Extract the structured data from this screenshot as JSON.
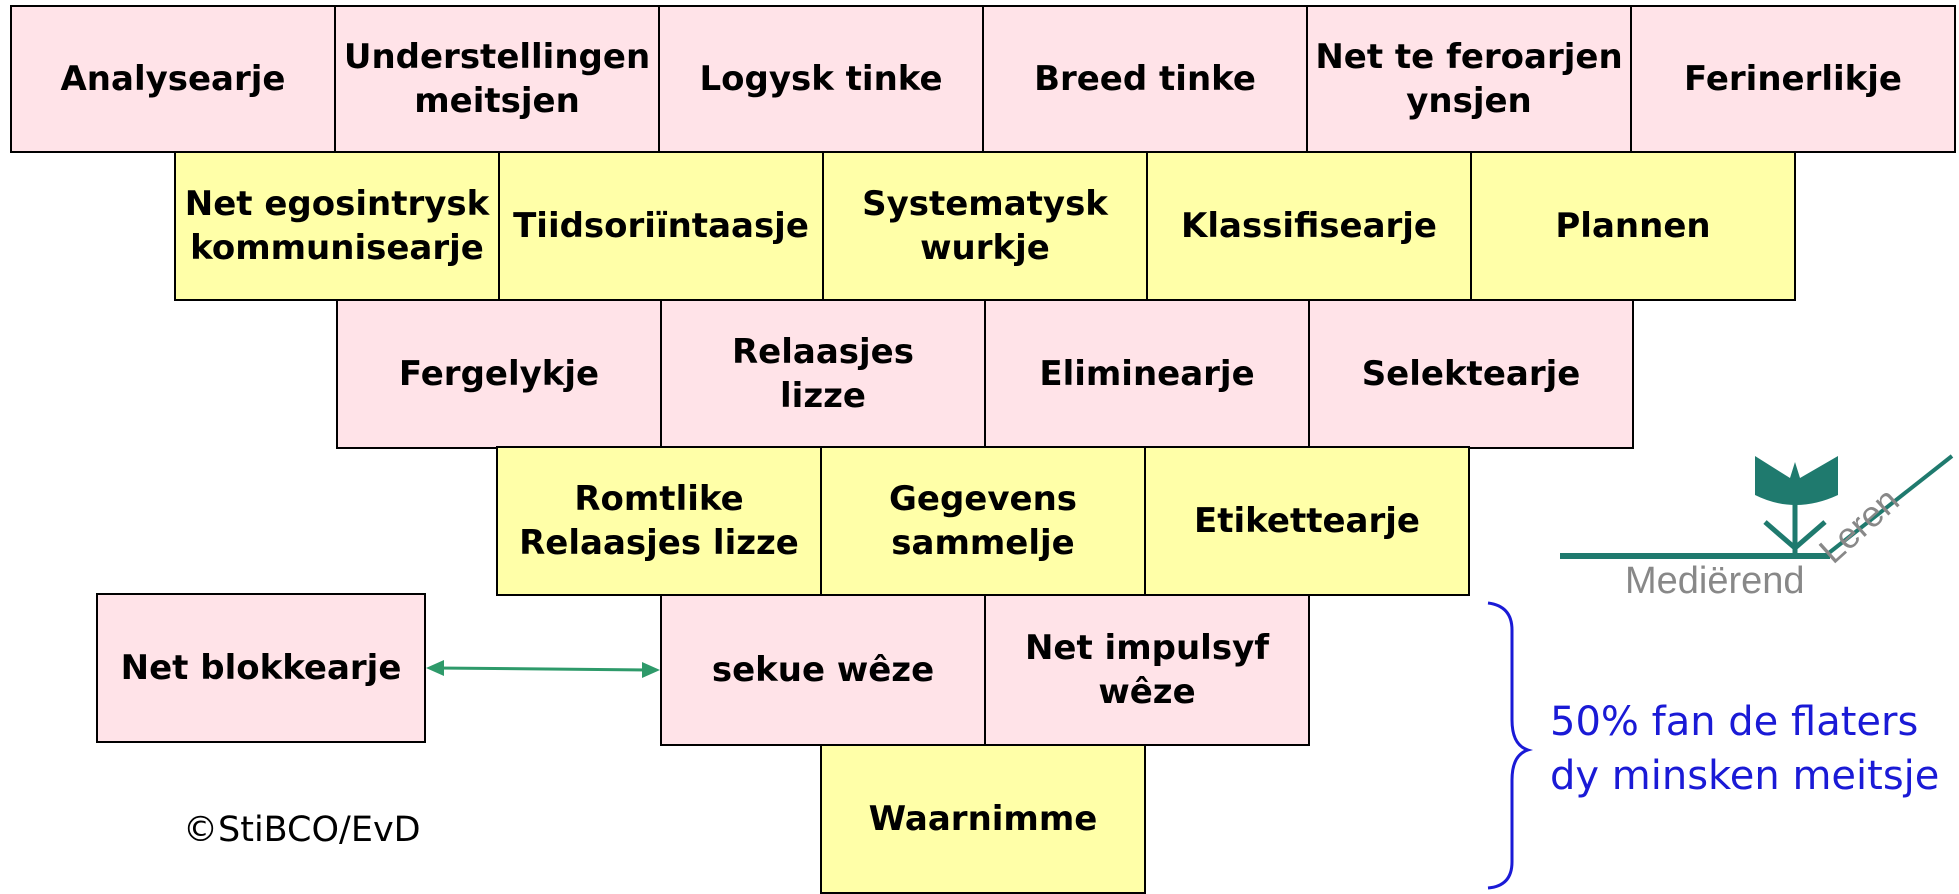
{
  "pyramid": {
    "row1": [
      "Analysearje",
      "Understellingen\nmeitsjen",
      "Logysk tinke",
      "Breed tinke",
      "Net te feroarjen\nynsjen",
      "Ferinerlikje"
    ],
    "row2": [
      "Net egosintrysk\nkommunisearje",
      "Tiidsoriïntaasje",
      "Systematysk\nwurkje",
      "Klassifisearje",
      "Plannen"
    ],
    "row3": [
      "Fergelykje",
      "Relaasjes\nlizze",
      "Eliminearje",
      "Selektearje"
    ],
    "row4": [
      "Romtlike\nRelaasjes lizze",
      "Gegevens\nsammelje",
      "Etikettearje"
    ],
    "row5": [
      "sekue wêze",
      "Net impulsyf\nwêze"
    ],
    "row6": [
      "Waarnimme"
    ]
  },
  "side_box": "Net blokkearje",
  "note": "50% fan de flaters\ndy minsken meitsje",
  "copyright": "©StiBCO/EvD",
  "logo": {
    "word1": "Mediërend",
    "word2": "Leren",
    "color": "#1f7a6e"
  },
  "colors": {
    "pink": "#ffe3e8",
    "yellow": "#ffffa8",
    "arrow": "#2e9a6a",
    "note": "#1a1ad6"
  }
}
